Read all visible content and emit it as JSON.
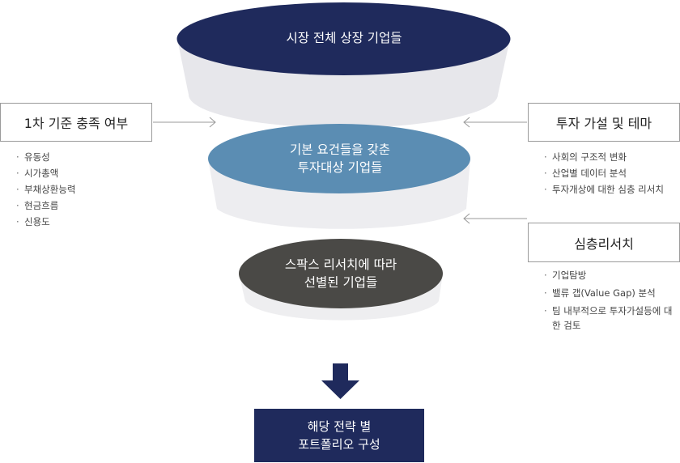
{
  "funnel": {
    "top_label": "시장 전체 상장 기업들",
    "middle_label_line1": "기본 요건들을 갖춘",
    "middle_label_line2": "투자대상 기업들",
    "bottom_label_line1": "스팍스 리서치에 따라",
    "bottom_label_line2": "선별된 기업들"
  },
  "left_criteria": {
    "title": "1차 기준 충족 여부",
    "items": [
      "유동성",
      "시가총액",
      "부채상환능력",
      "현금흐름",
      "신용도"
    ]
  },
  "right_hypothesis": {
    "title": "투자 가설 및 테마",
    "items": [
      "사회의 구조적 변화",
      "산업별 데이터 분석",
      "투자개상에 대한 심층 리서치"
    ]
  },
  "right_research": {
    "title": "심층리서치",
    "items": [
      "기업탐방",
      "밸류 갭(Value Gap) 분석",
      "팀 내부적으로 투자가설등에 대한 검토"
    ]
  },
  "result": {
    "line1": "해당 전략 별",
    "line2": "포트폴리오 구성"
  },
  "colors": {
    "top_ellipse": "#1f2a5c",
    "middle_ellipse": "#5b8db3",
    "bottom_ellipse": "#4a4946",
    "funnel_body": "#e6e6ea",
    "result_box": "#1f2a5c",
    "arrow": "#1f2a5c"
  }
}
